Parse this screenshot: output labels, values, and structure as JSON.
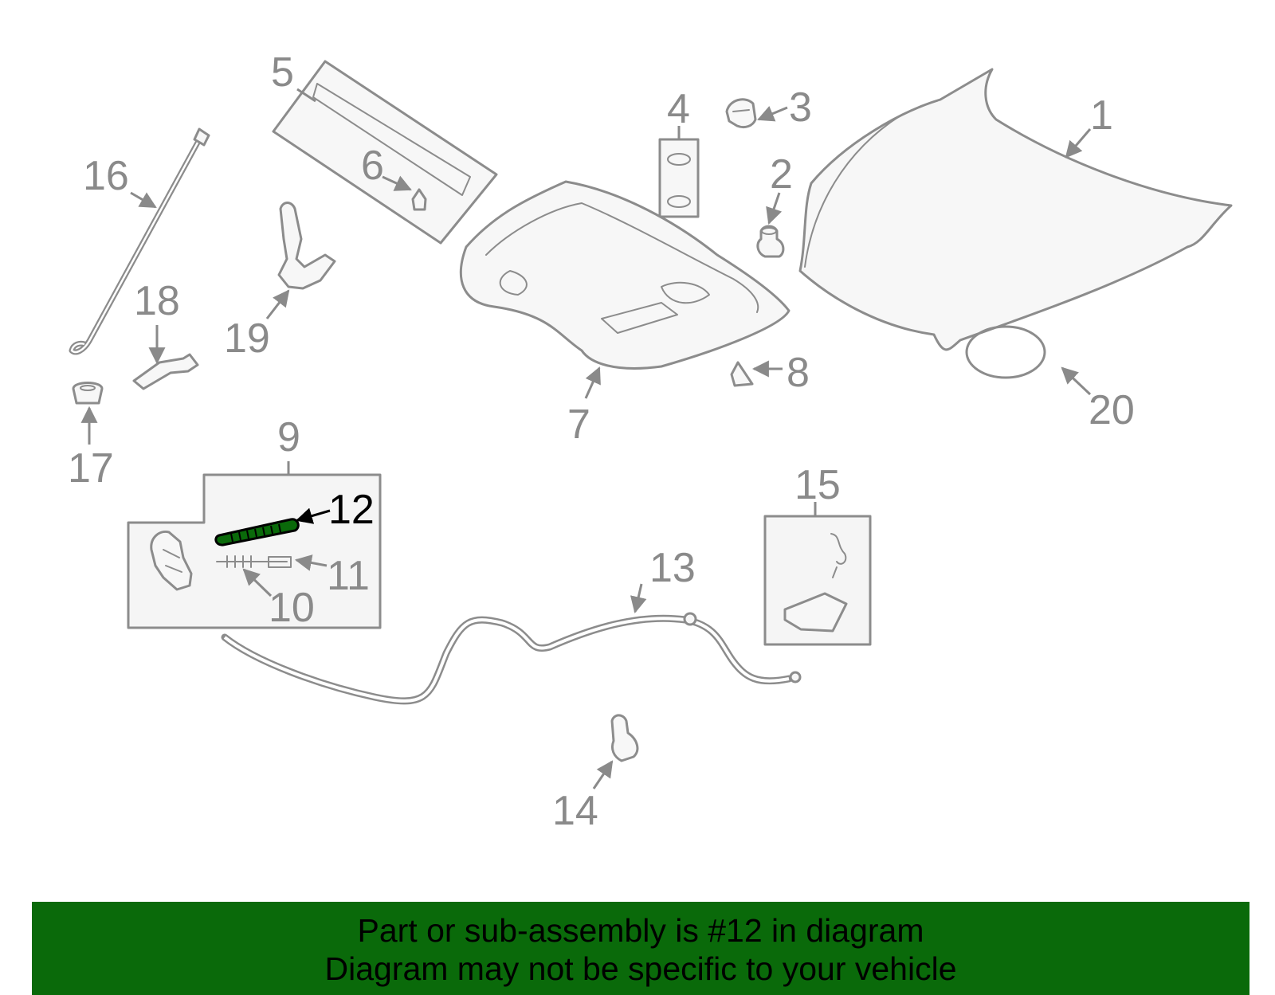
{
  "diagram": {
    "callouts": [
      "1",
      "2",
      "3",
      "4",
      "5",
      "6",
      "7",
      "8",
      "9",
      "10",
      "11",
      "12",
      "13",
      "14",
      "15",
      "16",
      "17",
      "18",
      "19",
      "20"
    ],
    "highlighted_callout": "12",
    "highlight_color": "#0a6a0a"
  },
  "banner": {
    "line1": "Part or sub-assembly is #12 in diagram",
    "line2": "Diagram may not be specific to your vehicle",
    "background": "#0a6a0a"
  }
}
